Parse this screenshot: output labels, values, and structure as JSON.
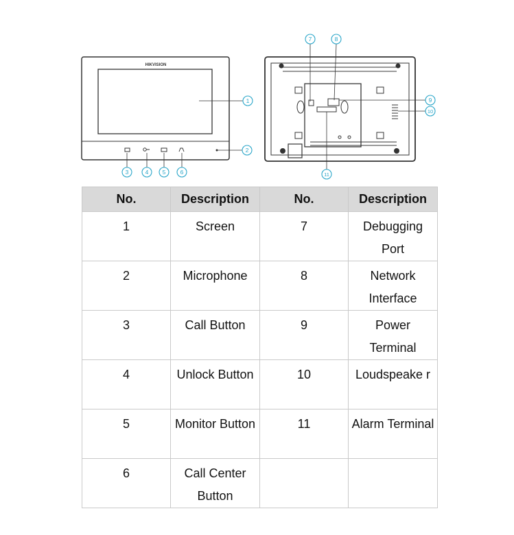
{
  "diagram": {
    "brand_text": "HIKVISION",
    "callouts": [
      "1",
      "2",
      "3",
      "4",
      "5",
      "6",
      "7",
      "8",
      "9",
      "10",
      "11"
    ],
    "accent_color": "#2aa6c9"
  },
  "table": {
    "headers": [
      "No.",
      "Description",
      "No.",
      "Description"
    ],
    "rows": [
      [
        "1",
        "Screen",
        "7",
        "Debugging Port"
      ],
      [
        "2",
        "Microphone",
        "8",
        "Network Interface"
      ],
      [
        "3",
        "Call Button",
        "9",
        "Power Terminal"
      ],
      [
        "4",
        "Unlock Button",
        "10",
        "Loudspeake r"
      ],
      [
        "5",
        "Monitor Button",
        "11",
        "Alarm Terminal"
      ],
      [
        "6",
        "Call Center Button",
        "",
        ""
      ]
    ]
  }
}
